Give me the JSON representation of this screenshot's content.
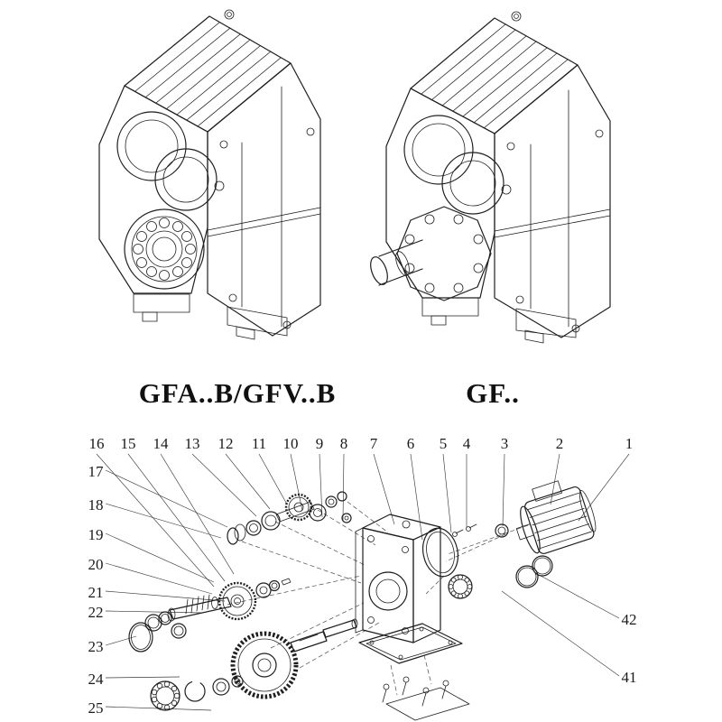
{
  "figures": {
    "left": {
      "label": "GFA..B/GFV..B"
    },
    "right": {
      "label": "GF.."
    }
  },
  "exploded": {
    "top_numbers": [
      "16",
      "15",
      "14",
      "13",
      "12",
      "11",
      "10",
      "9",
      "8",
      "7",
      "6",
      "5",
      "4",
      "3",
      "2",
      "1"
    ],
    "left_numbers": [
      "17",
      "18",
      "19",
      "20",
      "21",
      "22",
      "23",
      "24",
      "25"
    ],
    "right_numbers": [
      "42",
      "41"
    ]
  },
  "colors": {
    "line": "#1f1f1f",
    "background": "#ffffff"
  }
}
